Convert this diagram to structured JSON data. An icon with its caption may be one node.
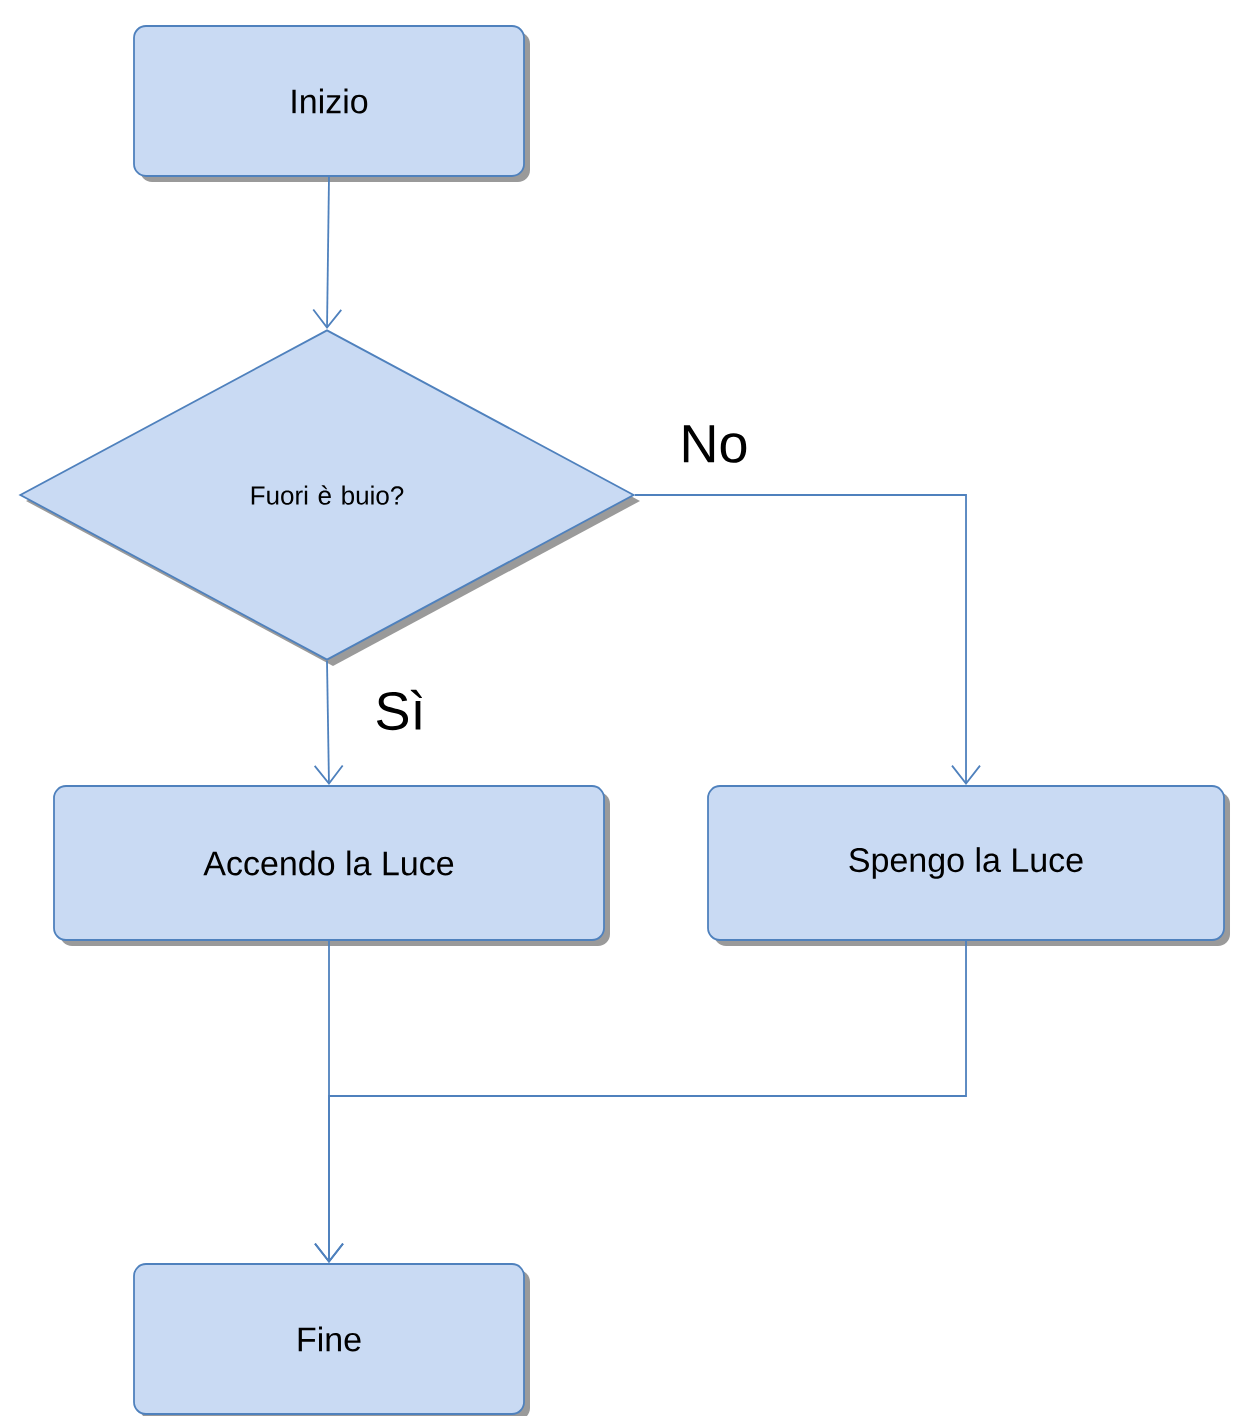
{
  "diagram": {
    "nodes": [
      {
        "text": [
          "Inizio"
        ]
      },
      {
        "text": [
          "Fuori è buio?"
        ]
      },
      {
        "text": [
          "Accendo la Luce"
        ]
      },
      {
        "text": [
          "Spengo la Luce"
        ]
      },
      {
        "text": [
          "Fine"
        ]
      }
    ],
    "edges": [
      {
        "from": 0,
        "to": 1,
        "arrow": "to"
      },
      {
        "from": 1,
        "to": 2,
        "arrow": "to",
        "label": "Sì"
      },
      {
        "from": 1,
        "to": 3,
        "arrow": "to",
        "label": "No"
      },
      {
        "from": 2,
        "to": 4,
        "arrow": "to"
      },
      {
        "from": 3,
        "to": 4,
        "arrow": "to"
      }
    ]
  }
}
